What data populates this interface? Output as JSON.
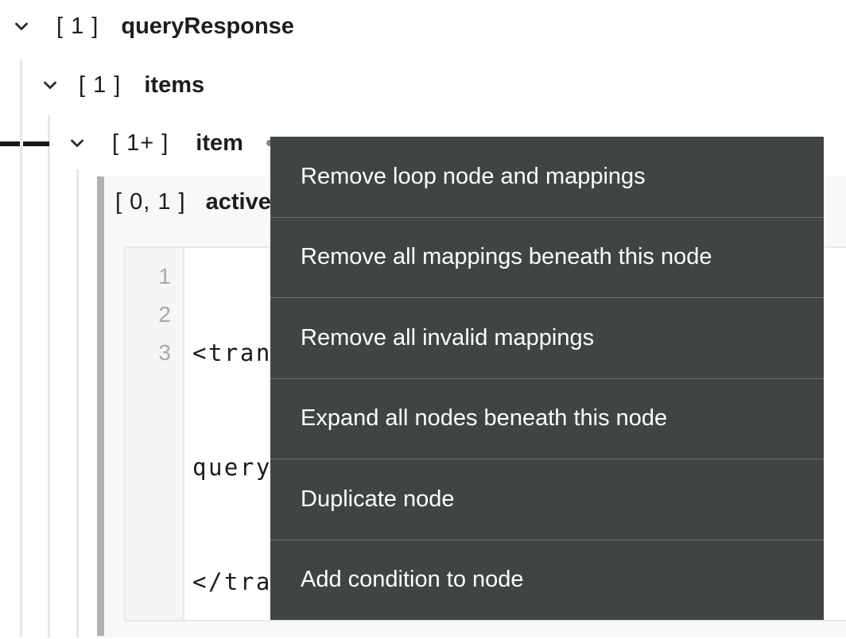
{
  "tree": {
    "nodes": [
      {
        "cardinality": "[ 1 ]",
        "name": "queryResponse",
        "state": "expanded"
      },
      {
        "cardinality": "[ 1 ]",
        "name": "items",
        "state": "expanded"
      },
      {
        "cardinality": "[ 1+ ]",
        "name": "item",
        "state": "expanded"
      },
      {
        "cardinality": "[ 0, 1 ]",
        "name": "active"
      }
    ]
  },
  "code_editor": {
    "lines": [
      {
        "number": "1",
        "code": "<tran"
      },
      {
        "number": "2",
        "code": "query"
      },
      {
        "number": "3",
        "code": "</tra"
      }
    ]
  },
  "context_menu": {
    "items": [
      {
        "label": "Remove loop node and mappings"
      },
      {
        "label": "Remove all mappings beneath this node"
      },
      {
        "label": "Remove all invalid mappings"
      },
      {
        "label": "Expand all nodes beneath this node"
      },
      {
        "label": "Duplicate node"
      },
      {
        "label": "Add condition to node"
      }
    ]
  },
  "icons": {
    "expander": "chevron-down",
    "node_menu": "three-dots-horizontal"
  },
  "colors": {
    "menu_background": "#414444",
    "menu_divider": "#6e7070",
    "menu_text": "#ffffff",
    "panel_background": "#f8f8f8",
    "panel_bar": "#b1b1b1",
    "guide_line": "#e7e7e7",
    "connector": "#191919",
    "text": "#1d1d1d",
    "line_number": "#a8a8a8"
  }
}
